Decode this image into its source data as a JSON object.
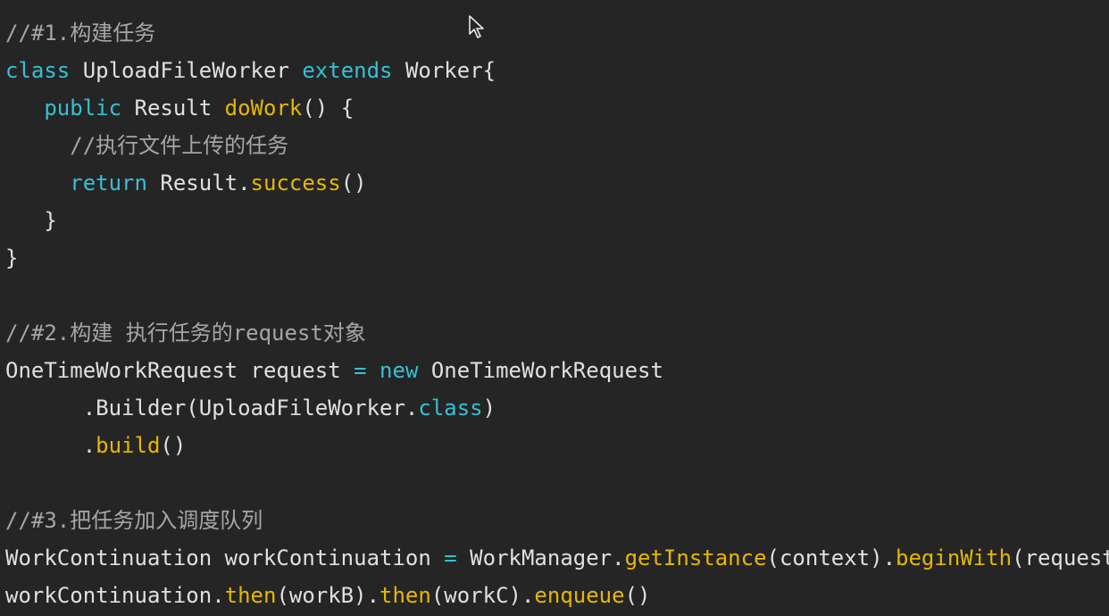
{
  "colors": {
    "background": "#252526",
    "default": "#d4d4d4",
    "comment": "#a6a6a6",
    "keyword": "#36c0d2",
    "method": "#e6b800",
    "plain": "#e0e0e0"
  },
  "cursor_icon": "mouse-pointer-icon",
  "lines": [
    {
      "tokens": [
        {
          "t": "//#1.构建任务",
          "c": "comment"
        }
      ]
    },
    {
      "tokens": [
        {
          "t": "class",
          "c": "keyword"
        },
        {
          "t": " UploadFileWorker ",
          "c": "plain"
        },
        {
          "t": "extends",
          "c": "keyword"
        },
        {
          "t": " Worker{",
          "c": "plain"
        }
      ]
    },
    {
      "tokens": [
        {
          "t": "   "
        },
        {
          "t": "public",
          "c": "keyword"
        },
        {
          "t": " Result ",
          "c": "plain"
        },
        {
          "t": "doWork",
          "c": "method"
        },
        {
          "t": "() {",
          "c": "plain"
        }
      ]
    },
    {
      "tokens": [
        {
          "t": "     "
        },
        {
          "t": "//执行文件上传的任务",
          "c": "comment"
        }
      ]
    },
    {
      "tokens": [
        {
          "t": "     "
        },
        {
          "t": "return",
          "c": "keyword"
        },
        {
          "t": " Result.",
          "c": "plain"
        },
        {
          "t": "success",
          "c": "method"
        },
        {
          "t": "()",
          "c": "plain"
        }
      ]
    },
    {
      "tokens": [
        {
          "t": "   "
        },
        {
          "t": "}",
          "c": "plain"
        }
      ]
    },
    {
      "tokens": [
        {
          "t": "}",
          "c": "plain"
        }
      ]
    },
    {
      "tokens": []
    },
    {
      "tokens": [
        {
          "t": "//#2.构建 执行任务的request对象",
          "c": "comment"
        }
      ]
    },
    {
      "tokens": [
        {
          "t": "OneTimeWorkRequest request ",
          "c": "plain"
        },
        {
          "t": "=",
          "c": "keyword"
        },
        {
          "t": " "
        },
        {
          "t": "new",
          "c": "keyword"
        },
        {
          "t": " OneTimeWorkRequest",
          "c": "plain"
        }
      ]
    },
    {
      "tokens": [
        {
          "t": "      .Builder(UploadFileWorker.",
          "c": "plain"
        },
        {
          "t": "class",
          "c": "keyword"
        },
        {
          "t": ")",
          "c": "plain"
        }
      ]
    },
    {
      "tokens": [
        {
          "t": "      .",
          "c": "plain"
        },
        {
          "t": "build",
          "c": "method"
        },
        {
          "t": "()",
          "c": "plain"
        }
      ]
    },
    {
      "tokens": []
    },
    {
      "tokens": [
        {
          "t": "//#3.把任务加入调度队列",
          "c": "comment"
        }
      ]
    },
    {
      "tokens": [
        {
          "t": "WorkContinuation workContinuation ",
          "c": "plain"
        },
        {
          "t": "=",
          "c": "keyword"
        },
        {
          "t": " WorkManager.",
          "c": "plain"
        },
        {
          "t": "getInstance",
          "c": "method"
        },
        {
          "t": "(context).",
          "c": "plain"
        },
        {
          "t": "beginWith",
          "c": "method"
        },
        {
          "t": "(request",
          "c": "plain"
        }
      ]
    },
    {
      "tokens": [
        {
          "t": "workContinuation.",
          "c": "plain"
        },
        {
          "t": "then",
          "c": "method"
        },
        {
          "t": "(workB).",
          "c": "plain"
        },
        {
          "t": "then",
          "c": "method"
        },
        {
          "t": "(workC).",
          "c": "plain"
        },
        {
          "t": "enqueue",
          "c": "method"
        },
        {
          "t": "()",
          "c": "plain"
        }
      ]
    }
  ]
}
